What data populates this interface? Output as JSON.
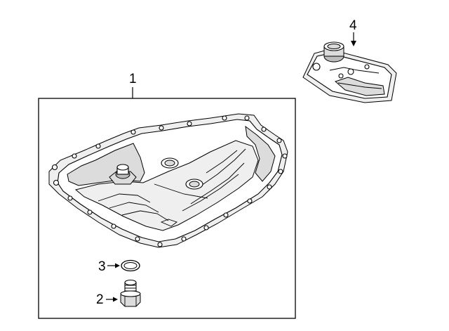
{
  "callouts": {
    "c1": "1",
    "c2": "2",
    "c3": "3",
    "c4": "4"
  },
  "parts": [
    {
      "ref": "1",
      "icon": "transmission-oil-pan"
    },
    {
      "ref": "2",
      "icon": "drain-plug"
    },
    {
      "ref": "3",
      "icon": "drain-plug-gasket-ring"
    },
    {
      "ref": "4",
      "icon": "transmission-filter"
    }
  ],
  "colors": {
    "line": "#000000",
    "background": "#ffffff",
    "shade": "#dcdcdc"
  }
}
